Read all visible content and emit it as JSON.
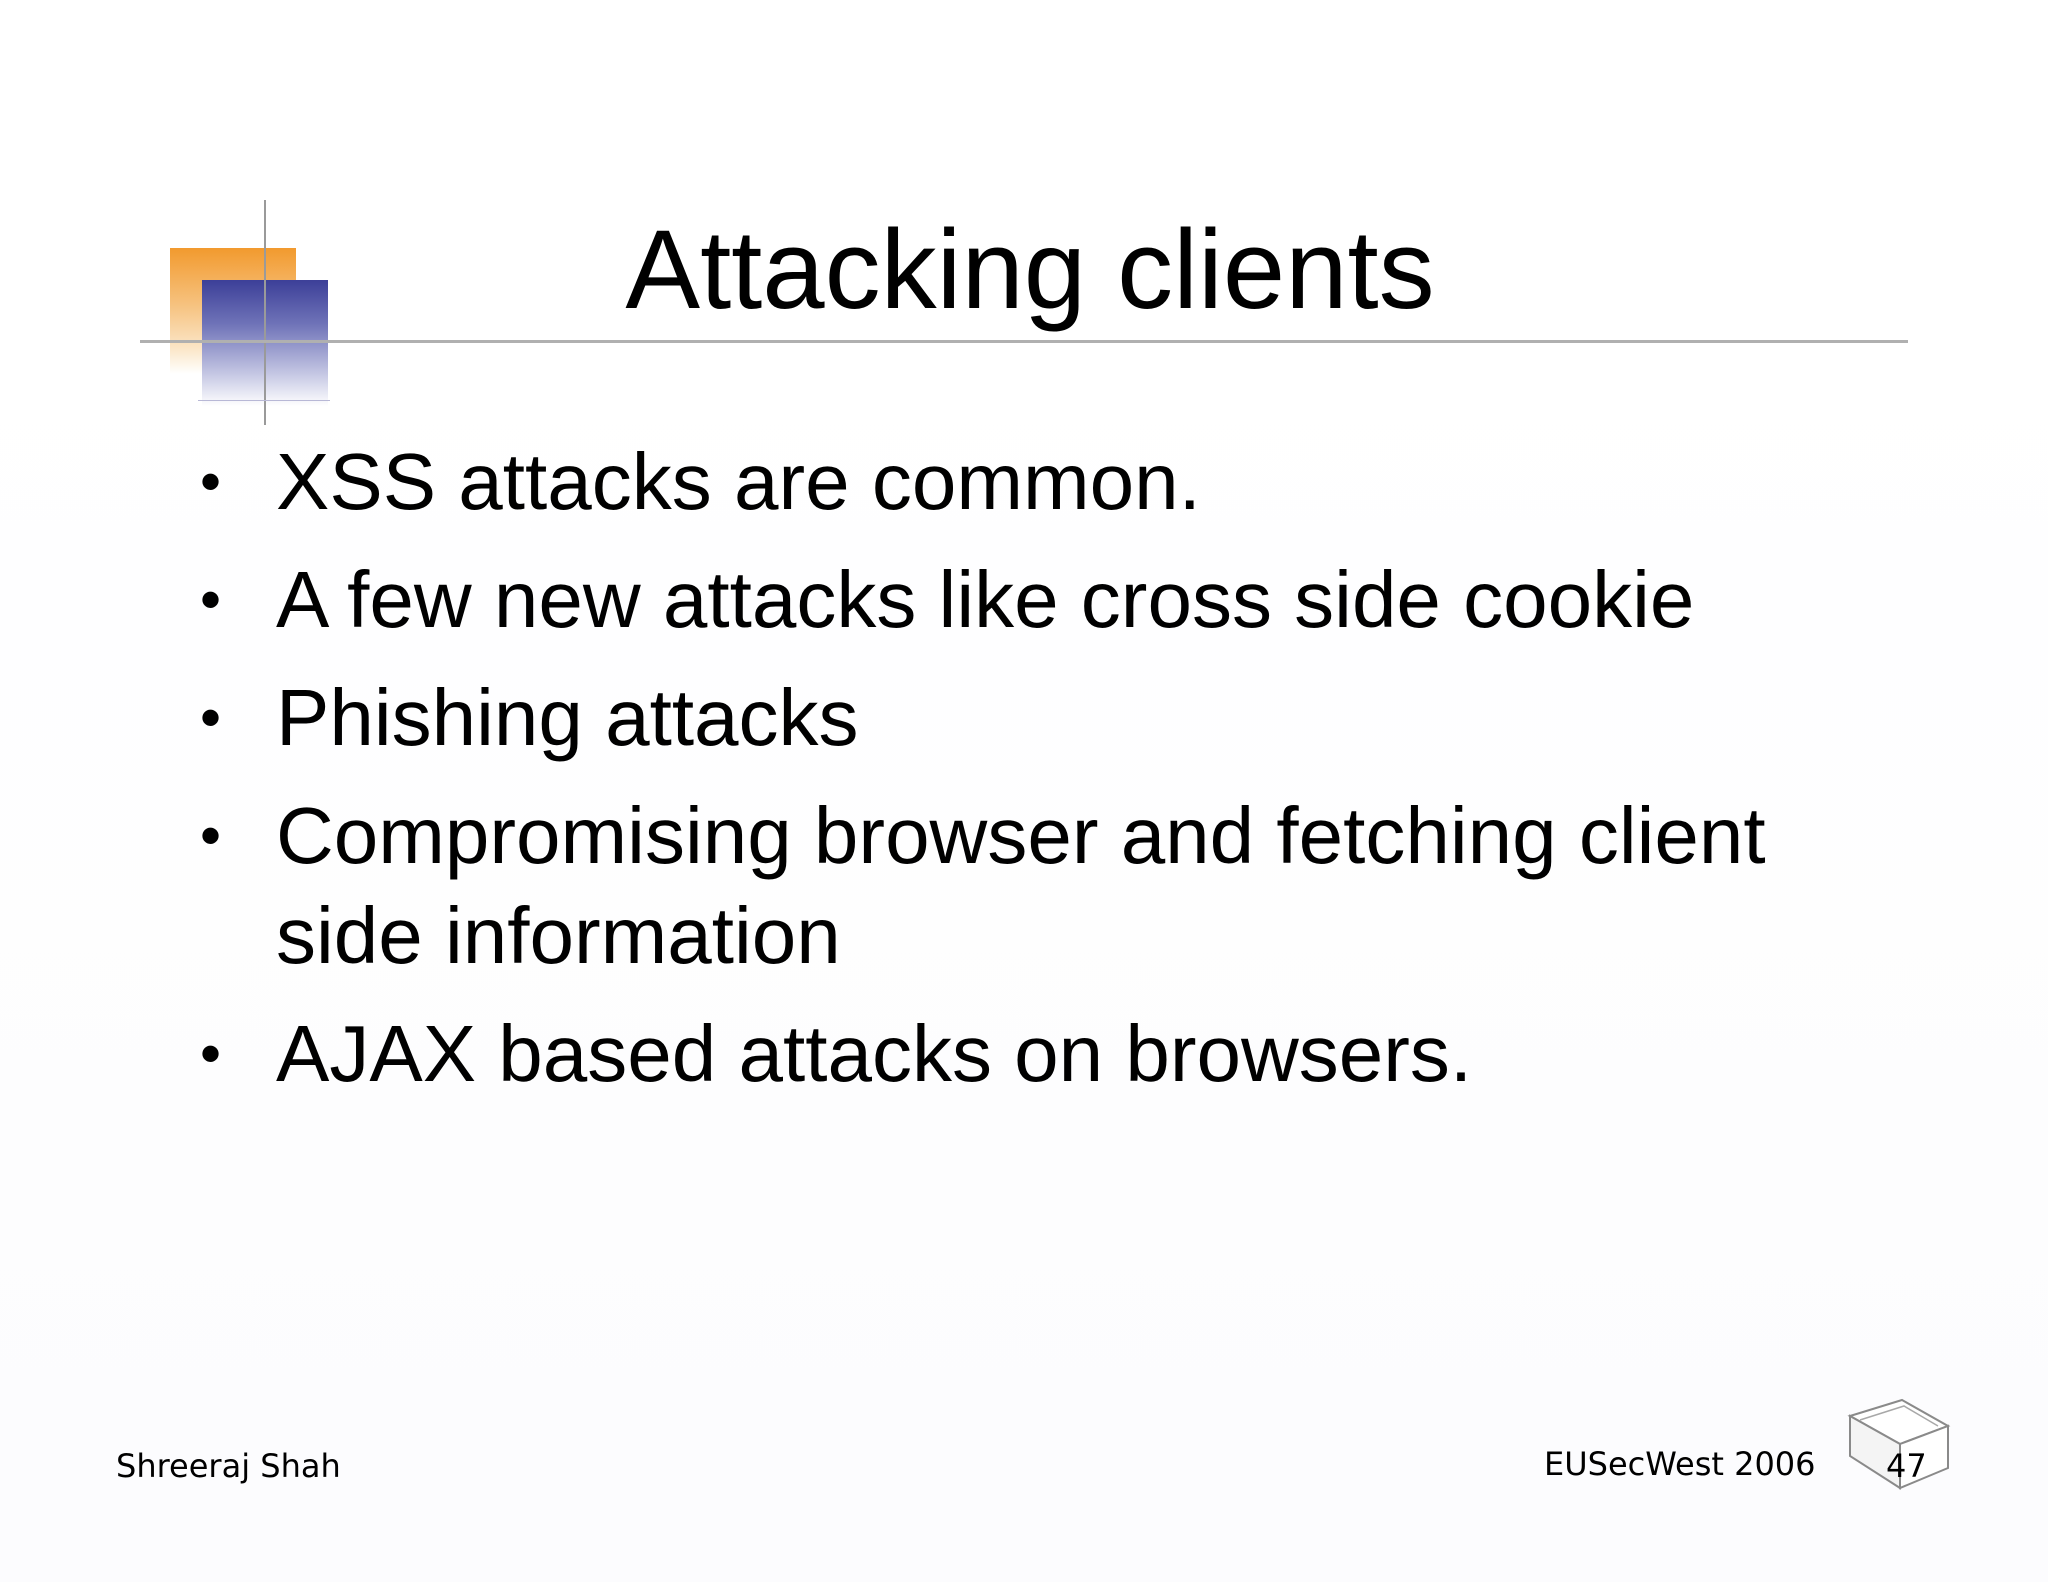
{
  "slide": {
    "title": "Attacking clients",
    "bullets": [
      "XSS attacks are common.",
      "A few new attacks like cross side cookie",
      "Phishing attacks",
      "Compromising browser and fetching client side information",
      "AJAX based attacks on browsers."
    ],
    "bullet_glyph": "•",
    "footer": {
      "author": "Shreeraj Shah",
      "event": "EUSecWest 2006",
      "page_number": "47"
    },
    "colors": {
      "logo_orange": "#f29a2e",
      "logo_blue": "#3c3f98",
      "rule": "#b0b0b0"
    }
  }
}
